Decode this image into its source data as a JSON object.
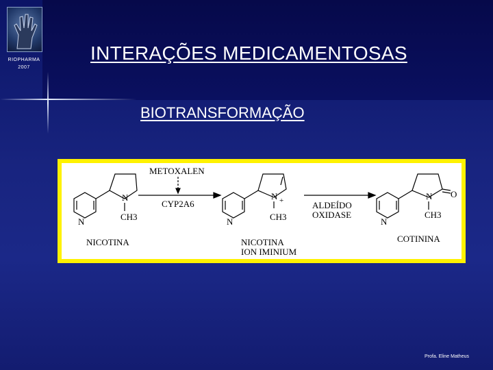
{
  "header": {
    "logo_text": "RIOPHARMA",
    "logo_year": "2007",
    "title": "INTERAÇÕES MEDICAMENTOSAS",
    "subtitle": "BIOTRANSFORMAÇÃO"
  },
  "scheme": {
    "inhibitor": "METOXALEN",
    "enzyme_1": "CYP2A6",
    "enzyme_2_line1": "ALDEÍDO",
    "enzyme_2_line2": "OXIDASE",
    "atom_n": "N",
    "atom_n_plus": "N",
    "charge": "+",
    "methyl": "CH3",
    "carbonyl_o": "O",
    "compound_1": "NICOTINA",
    "compound_2_line1": "NICOTINA",
    "compound_2_line2": "ION IMINIUM",
    "compound_3": "COTININA"
  },
  "footer": {
    "credit": "Profa. Eline Matheus"
  },
  "colors": {
    "background": "#18247f",
    "frame": "#fff200",
    "text": "#ffffff"
  }
}
